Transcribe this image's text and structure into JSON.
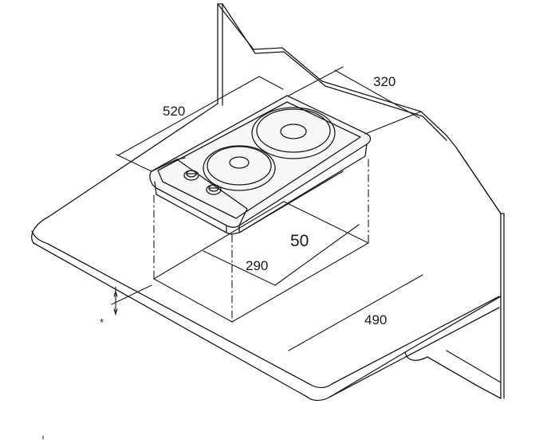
{
  "diagram": {
    "dimensions": {
      "d520": "520",
      "d320": "320",
      "d50": "50",
      "d290": "290",
      "d490": "490"
    },
    "footnote_marker": "*"
  },
  "colors": {
    "line": "#1a1a1a",
    "hob_fill": "#f7f7f7",
    "background": "#ffffff"
  }
}
